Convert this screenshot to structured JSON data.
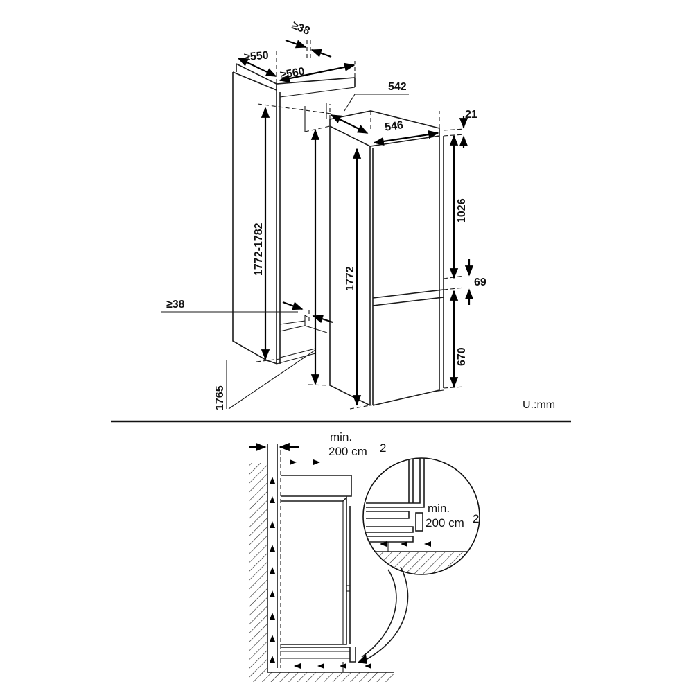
{
  "labels": {
    "gap_top": "≥38",
    "gap_bottom": "≥38",
    "niche_depth": "≥550",
    "niche_width": "≥560",
    "appliance_depth": "542",
    "appliance_width": "546",
    "niche_height": "1772-1782",
    "appliance_height": "1772",
    "base_height": "1765",
    "top_offset": "21",
    "upper_height": "1026",
    "middle_gap": "69",
    "lower_height": "670",
    "units": "U.:mm"
  },
  "ventilation": {
    "min_label": "min.",
    "area_label": "200 cm",
    "area_exponent": "2",
    "detail_min_label": "min.",
    "detail_area_label": "200 cm",
    "detail_area_exponent": "2"
  }
}
